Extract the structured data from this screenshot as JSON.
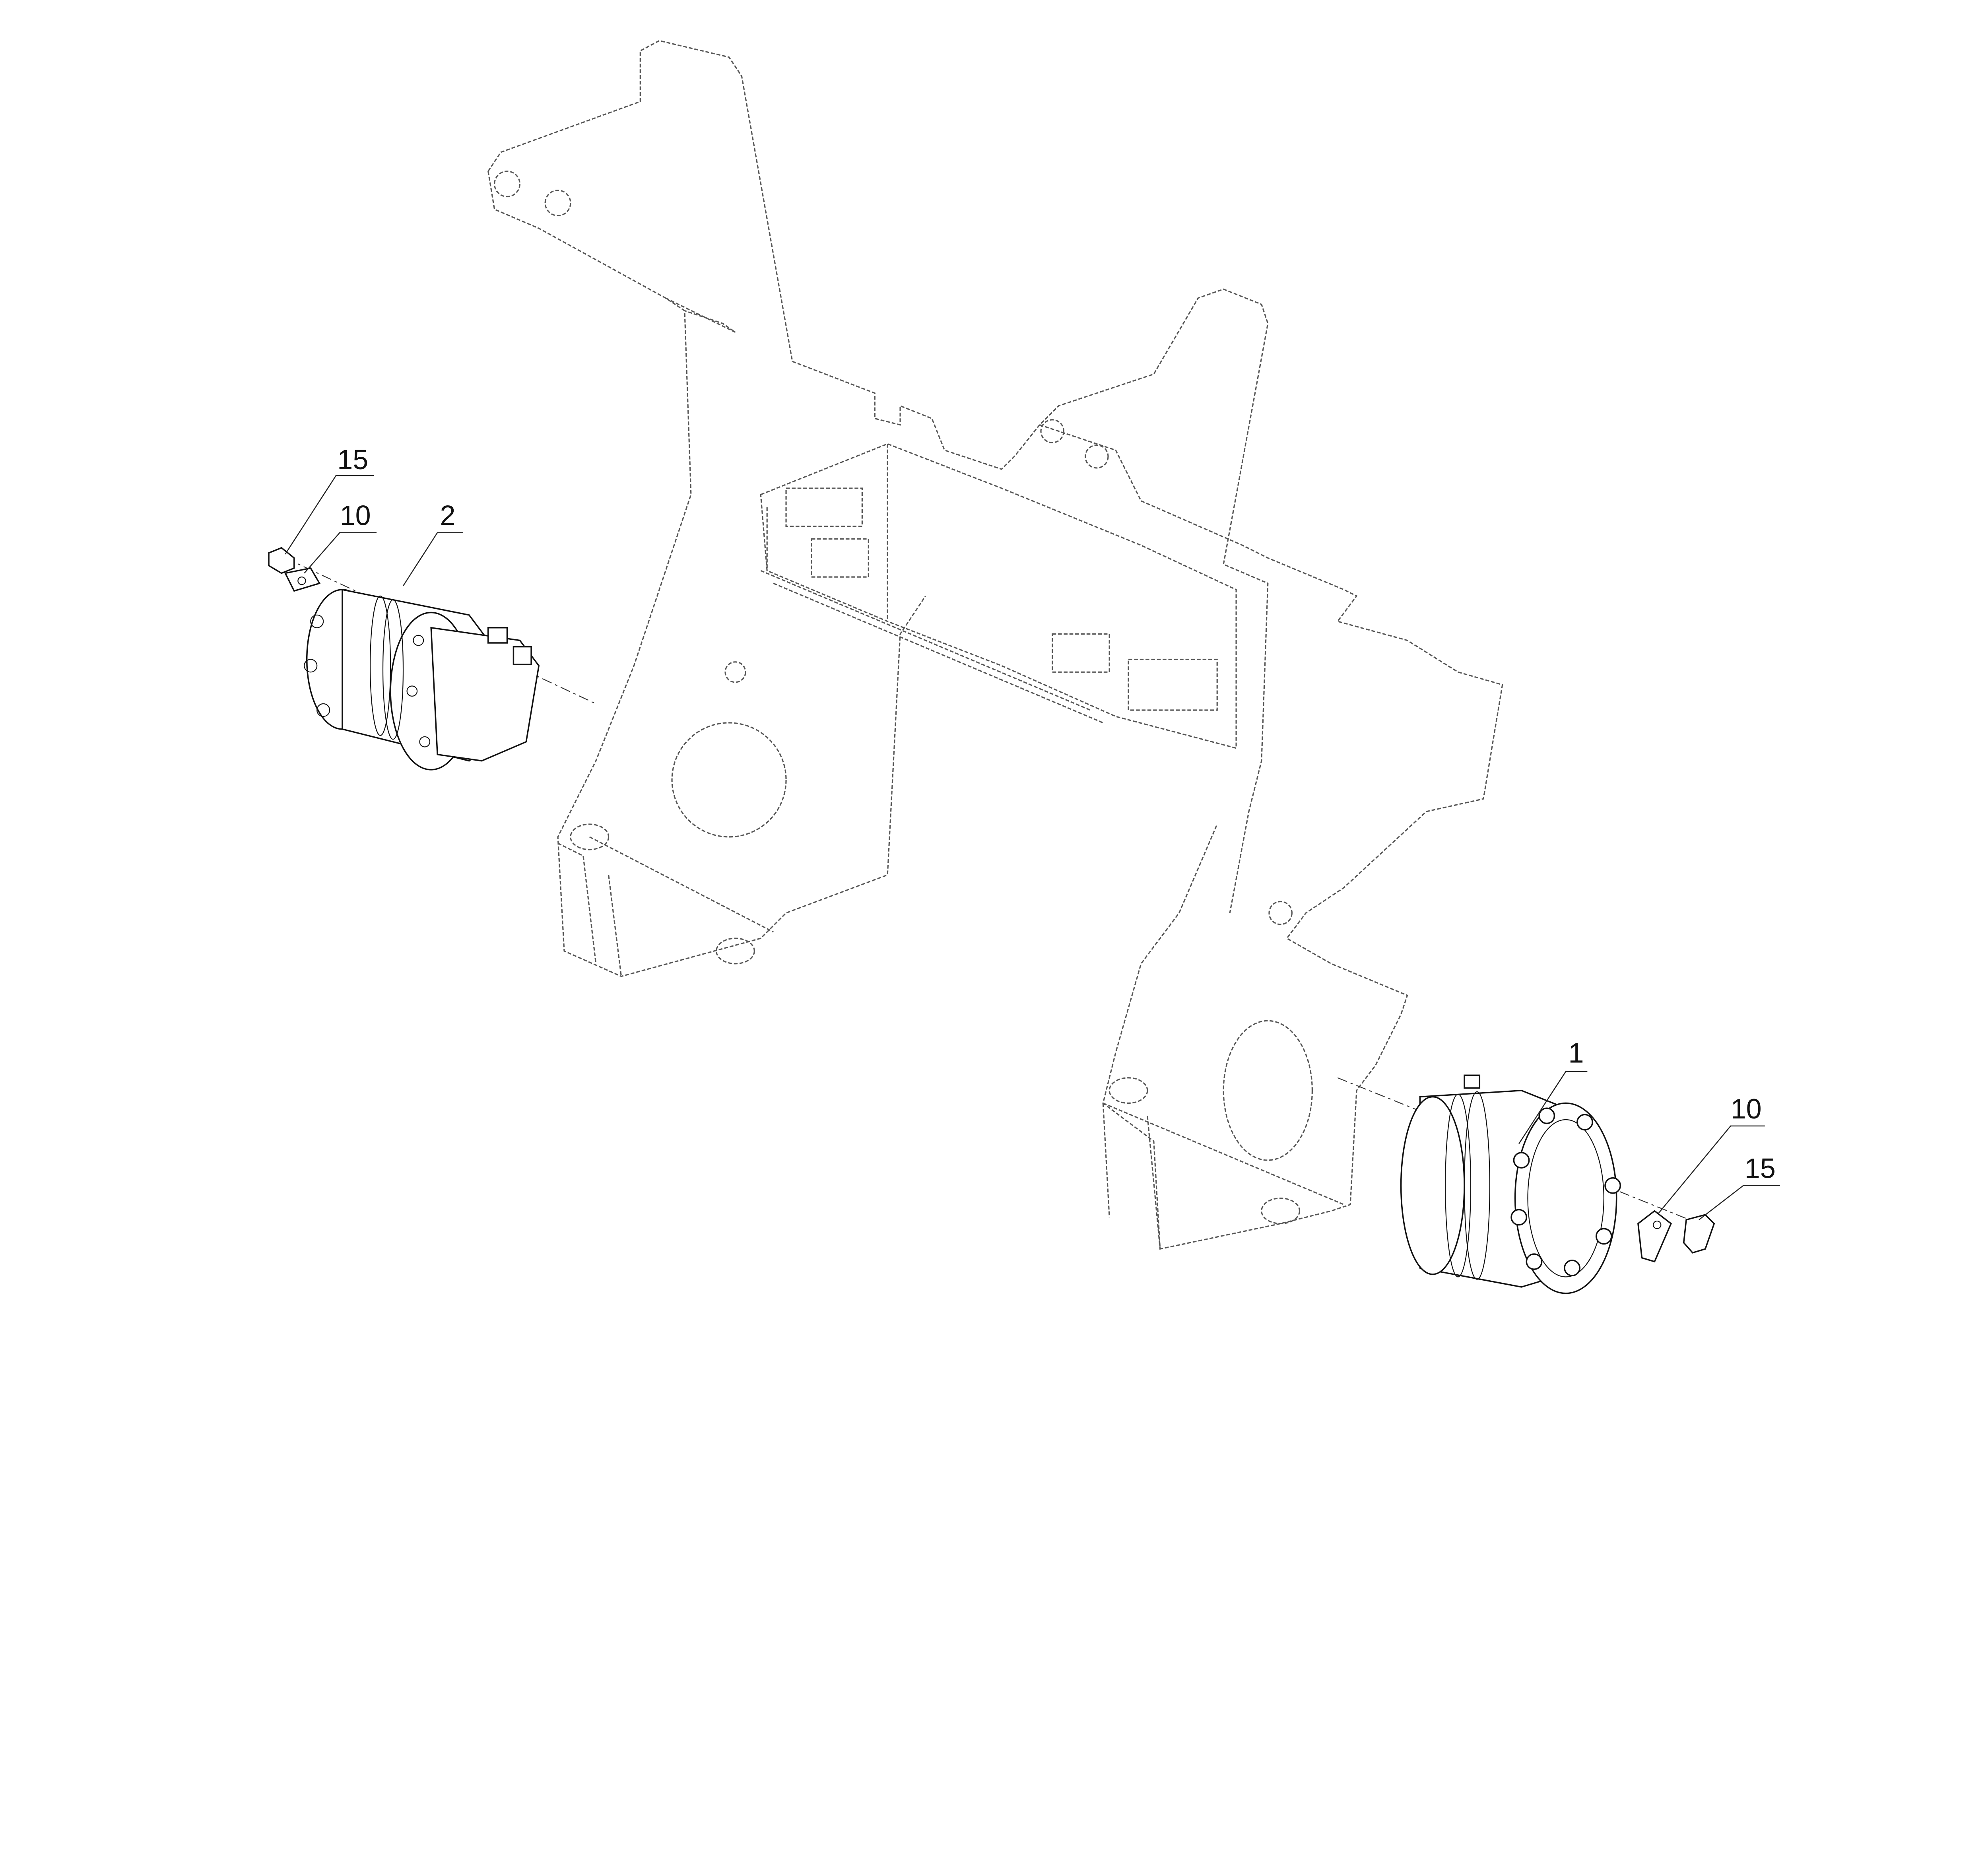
{
  "diagram": {
    "callouts": [
      {
        "id": "callout-15-left",
        "text": "15"
      },
      {
        "id": "callout-10-left",
        "text": "10"
      },
      {
        "id": "callout-2",
        "text": "2"
      },
      {
        "id": "callout-1",
        "text": "1"
      },
      {
        "id": "callout-10-right",
        "text": "10"
      },
      {
        "id": "callout-15-right",
        "text": "15"
      }
    ]
  }
}
